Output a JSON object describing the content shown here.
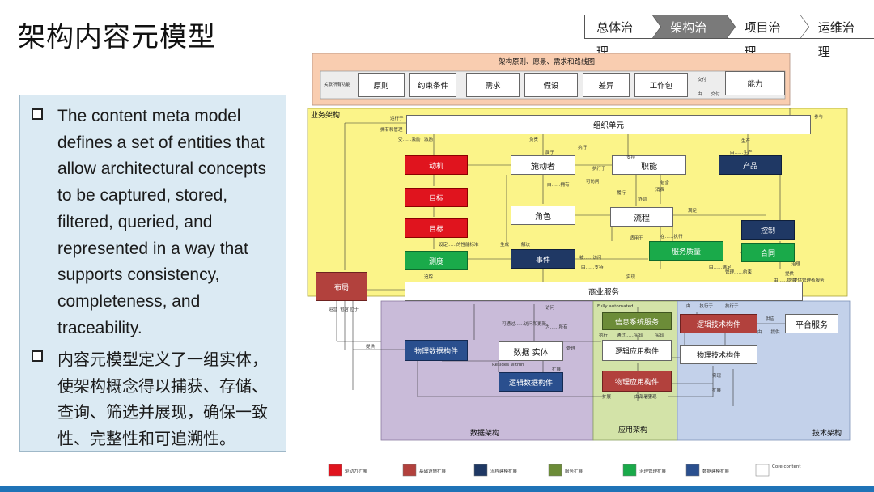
{
  "title": "架构内容元模型",
  "nav": [
    "总体治理",
    "架构治理",
    "项目治理",
    "运维治理"
  ],
  "nav_active": 1,
  "bullets": [
    "The content meta model defines a set of entities that allow architectural concepts to be captured, stored, filtered, queried, and represented in a way that supports consistency, completeness, and traceability.",
    "内容元模型定义了一组实体，使架构概念得以捕获、存储、查询、筛选并展现，确保一致性、完整性和可追溯性。"
  ],
  "diagram": {
    "top_band": {
      "title": "架构原则、愿景、需求和路线图",
      "side_label": "关联所有功能",
      "items": [
        "原则",
        "约束条件",
        "需求",
        "假设",
        "差异",
        "工作包"
      ],
      "right_label_top": "交付",
      "right_label_bottom": "由……交付",
      "capability": "能力"
    },
    "business": {
      "label": "业务架构",
      "org": "组织单元",
      "actor": "施动者",
      "role": "角色",
      "function": "职能",
      "process": "流程",
      "product": "产品",
      "control": "控制",
      "contract": "合同",
      "service_quality": "服务质量",
      "event": "事件",
      "driver": "动机",
      "goal": "目标",
      "objective": "目标",
      "measure": "测度",
      "location": "布局",
      "business_service": "商业服务",
      "edge_labels": {
        "a": "运行于",
        "b": "拥有和管理",
        "c": "受……激励",
        "d": "激励",
        "e": "负责",
        "f": "属于",
        "g": "执行",
        "h": "生产",
        "i": "由……生产",
        "j": "参与",
        "k": "提供",
        "l": "由……提供",
        "m": "治理",
        "n": "设定……的性能标准",
        "o": "追踪",
        "p": "消费",
        "q": "满足",
        "r": "包含",
        "s": "由……拥有",
        "t": "由……满足",
        "u": "管理……约束",
        "v": "可访问",
        "w": "履行",
        "x": "生成",
        "y": "解决",
        "z": "适用于",
        "aa": "在……执行",
        "bb": "被……访问",
        "cc": "支持",
        "dd": "由……支持",
        "ee": "协调",
        "ff": "实现",
        "gg": "执行于",
        "hh": "提供管理者服务"
      }
    },
    "data": {
      "label": "数据架构",
      "entity": "数据 实体",
      "physical": "物理数据构件",
      "logical": "逻辑数据构件",
      "resides": "Resides within",
      "edge_labels": {
        "a": "访问",
        "b": "可通过……访问和更新",
        "c": "为……所有",
        "d": "处理",
        "e": "扩展",
        "f": "提供",
        "g": "由……实现"
      }
    },
    "application": {
      "label": "应用架构",
      "fully": "Fully automated",
      "is_service": "信息系统服务",
      "logical": "逻辑应用构件",
      "physical": "物理应用构件",
      "edge_labels": {
        "a": "执行",
        "b": "通过……实现",
        "c": "实现",
        "d": "扩展",
        "e": "部署于"
      }
    },
    "technology": {
      "label": "技术架构",
      "logical": "逻辑技术构件",
      "physical": "物理技术构件",
      "platform": "平台服务",
      "edge_labels": {
        "a": "由……执行于",
        "b": "执行于",
        "c": "供应",
        "d": "由……提供",
        "e": "实现",
        "f": "扩展"
      }
    },
    "left_labels": [
      "运营",
      "包含",
      "位于"
    ],
    "legend": [
      {
        "label": "驱动力扩展",
        "color": "#e0141e"
      },
      {
        "label": "基础设施扩展",
        "color": "#b2413d"
      },
      {
        "label": "流程建模扩展",
        "color": "#1f3864"
      },
      {
        "label": "服务扩展",
        "color": "#6c8c38"
      },
      {
        "label": "治理管理扩展",
        "color": "#1aaa4a"
      },
      {
        "label": "数据建模扩展",
        "color": "#2a4f8e"
      },
      {
        "label": "Core content",
        "color": "#ffffff"
      }
    ]
  }
}
